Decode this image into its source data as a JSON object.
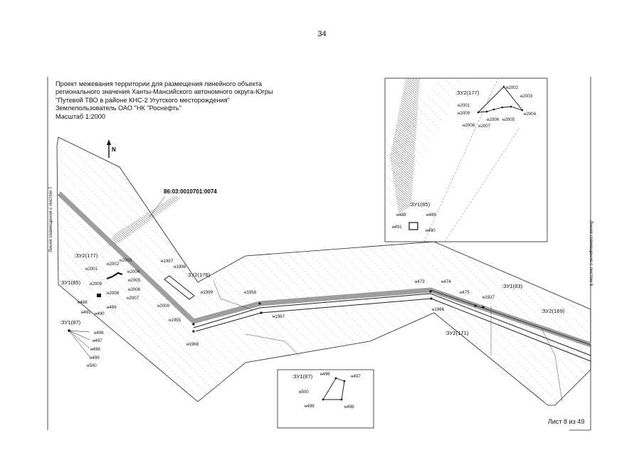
{
  "page_number": "34",
  "sheet_label": "Лист 8 из 49",
  "title_lines": [
    "Проект межевания территории для размещения линейного объекта",
    "регионального значения Ханты-Мансийского автономного округа-Югры",
    "\"Путевой ТВО в районе КНС-2 Угутского месторождения\"",
    "Землепользователь ОАО \"НК \"Роснефть\"",
    "Масштаб 1:2000"
  ],
  "north_label": "N",
  "cadastral_number": "86:03:0010701:0074",
  "match_line_left": "Линия совмещения с листом 7",
  "match_line_right": "Линия совмещения с листом 9",
  "zones": {
    "zu2_177": ":ЗУ2(177)",
    "zu1_85": ":ЗУ1(85)",
    "zu1_87": ":ЗУ1(87)",
    "zu2_176": ":ЗУ2(176)",
    "zu1_83": ":ЗУ1(83)",
    "zu2_169": ":ЗУ2(169)",
    "zu2_171": ":ЗУ2(171)"
  },
  "points": {
    "n2001": "н2001",
    "n2002": "н2002",
    "n2003": "н2003",
    "n2004": "н2004",
    "n2005": "н2005",
    "n2006": "н2006",
    "n2007": "н2007",
    "n2008": "н2008",
    "n2009": "н2009",
    "n2000": "н2000",
    "n1997": "н1997",
    "n1998": "н1998",
    "n1999": "н1999",
    "n1955": "н1955",
    "n1958": "н1958",
    "n1967": "н1967",
    "n1968": "н1968",
    "n1966": "н1966",
    "n1937": "н1937",
    "n473": "н473",
    "n474": "н474",
    "n475": "н475",
    "n488": "н488",
    "n489": "н489",
    "n490": "н490",
    "n491": "н491",
    "n496": "н496",
    "n497": "н497",
    "n498": "н498",
    "n499": "н499",
    "n500": "н500"
  }
}
